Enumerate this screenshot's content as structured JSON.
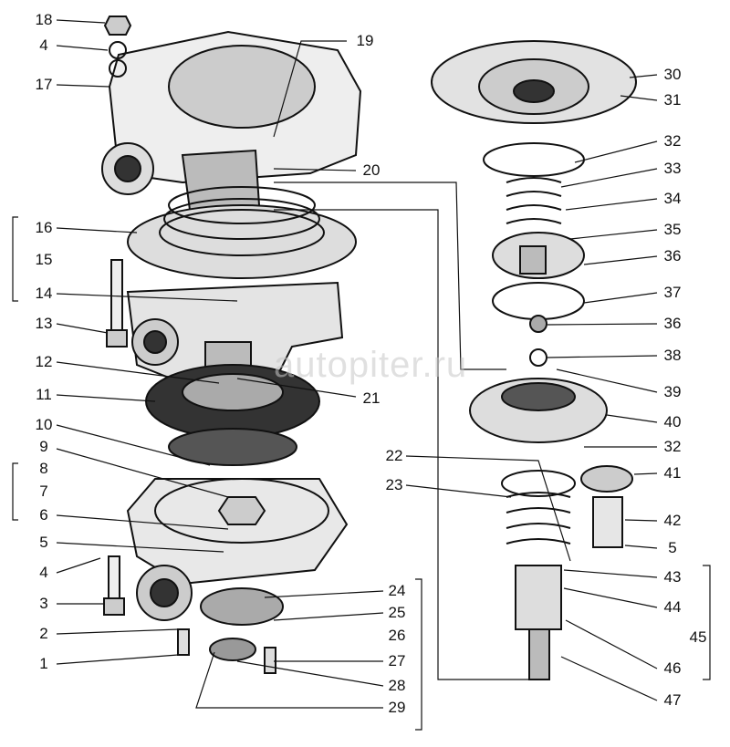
{
  "watermark": "autopiter.ru",
  "labels": {
    "l18": "18",
    "l4a": "4",
    "l17": "17",
    "l16": "16",
    "l15": "15",
    "l14": "14",
    "l13": "13",
    "l12": "12",
    "l11": "11",
    "l10": "10",
    "l9": "9",
    "l8": "8",
    "l7": "7",
    "l6": "6",
    "l5a": "5",
    "l4b": "4",
    "l3": "3",
    "l2": "2",
    "l1": "1",
    "l19": "19",
    "l20": "20",
    "l21": "21",
    "l22": "22",
    "l23": "23",
    "l24": "24",
    "l25": "25",
    "l26": "26",
    "l27": "27",
    "l28": "28",
    "l29": "29",
    "l30": "30",
    "l31": "31",
    "l32a": "32",
    "l33": "33",
    "l34": "34",
    "l35": "35",
    "l36a": "36",
    "l37": "37",
    "l36b": "36",
    "l38": "38",
    "l39": "39",
    "l40": "40",
    "l32b": "32",
    "l41": "41",
    "l42": "42",
    "l5b": "5",
    "l43": "43",
    "l44": "44",
    "l45": "45",
    "l46": "46",
    "l47": "47"
  }
}
